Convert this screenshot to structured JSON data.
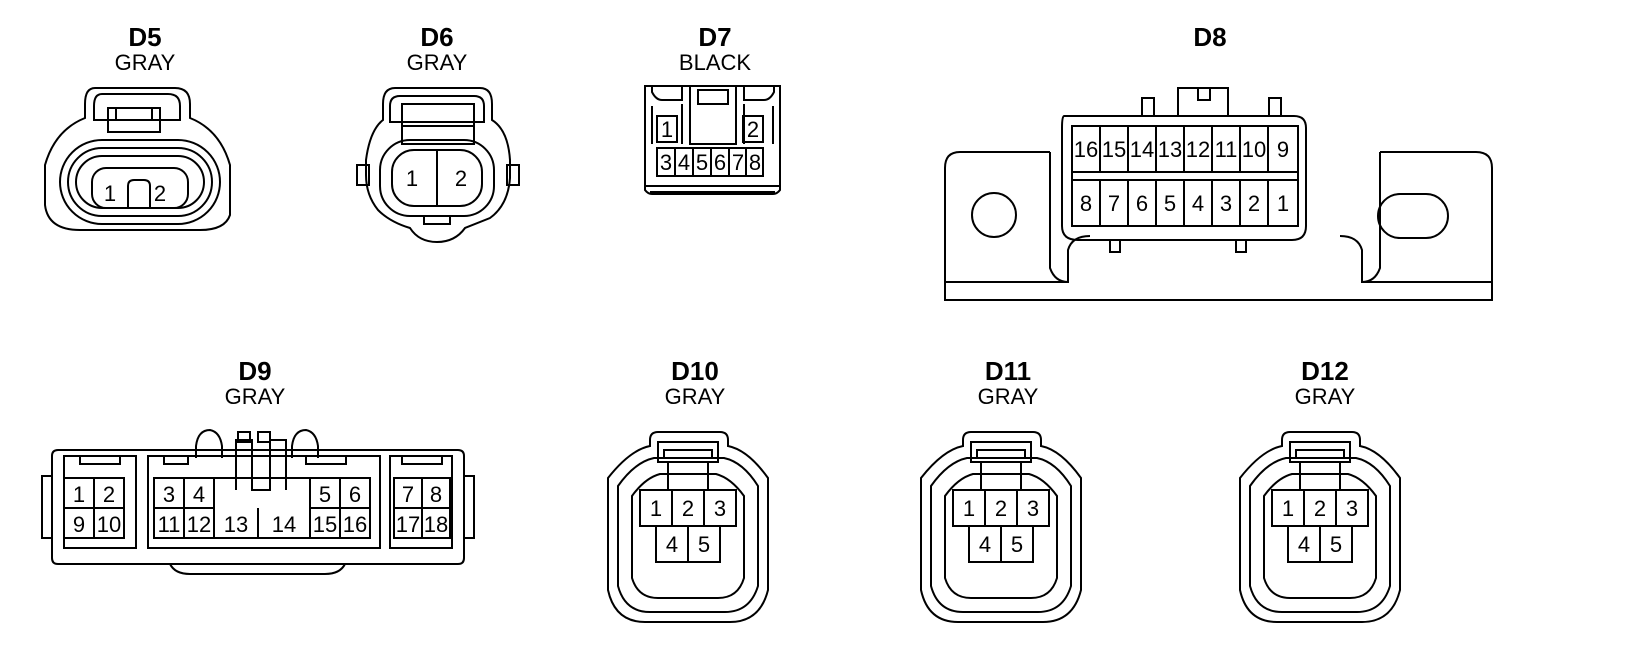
{
  "connectors": [
    {
      "id": "D5",
      "code": "D5",
      "color": "GRAY",
      "pins": [
        "1",
        "2"
      ]
    },
    {
      "id": "D6",
      "code": "D6",
      "color": "GRAY",
      "pins": [
        "1",
        "2"
      ]
    },
    {
      "id": "D7",
      "code": "D7",
      "color": "BLACK",
      "pins": [
        "1",
        "2",
        "3",
        "4",
        "5",
        "6",
        "7",
        "8"
      ]
    },
    {
      "id": "D8",
      "code": "D8",
      "color": "",
      "pins_top": [
        "16",
        "15",
        "14",
        "13",
        "12",
        "11",
        "10",
        "9"
      ],
      "pins_bottom": [
        "8",
        "7",
        "6",
        "5",
        "4",
        "3",
        "2",
        "1"
      ]
    },
    {
      "id": "D9",
      "code": "D9",
      "color": "GRAY",
      "pins": [
        "1",
        "2",
        "3",
        "4",
        "5",
        "6",
        "7",
        "8",
        "9",
        "10",
        "11",
        "12",
        "13",
        "14",
        "15",
        "16",
        "17",
        "18"
      ]
    },
    {
      "id": "D10",
      "code": "D10",
      "color": "GRAY",
      "pins": [
        "1",
        "2",
        "3",
        "4",
        "5"
      ]
    },
    {
      "id": "D11",
      "code": "D11",
      "color": "GRAY",
      "pins": [
        "1",
        "2",
        "3",
        "4",
        "5"
      ]
    },
    {
      "id": "D12",
      "code": "D12",
      "color": "GRAY",
      "pins": [
        "1",
        "2",
        "3",
        "4",
        "5"
      ]
    }
  ]
}
